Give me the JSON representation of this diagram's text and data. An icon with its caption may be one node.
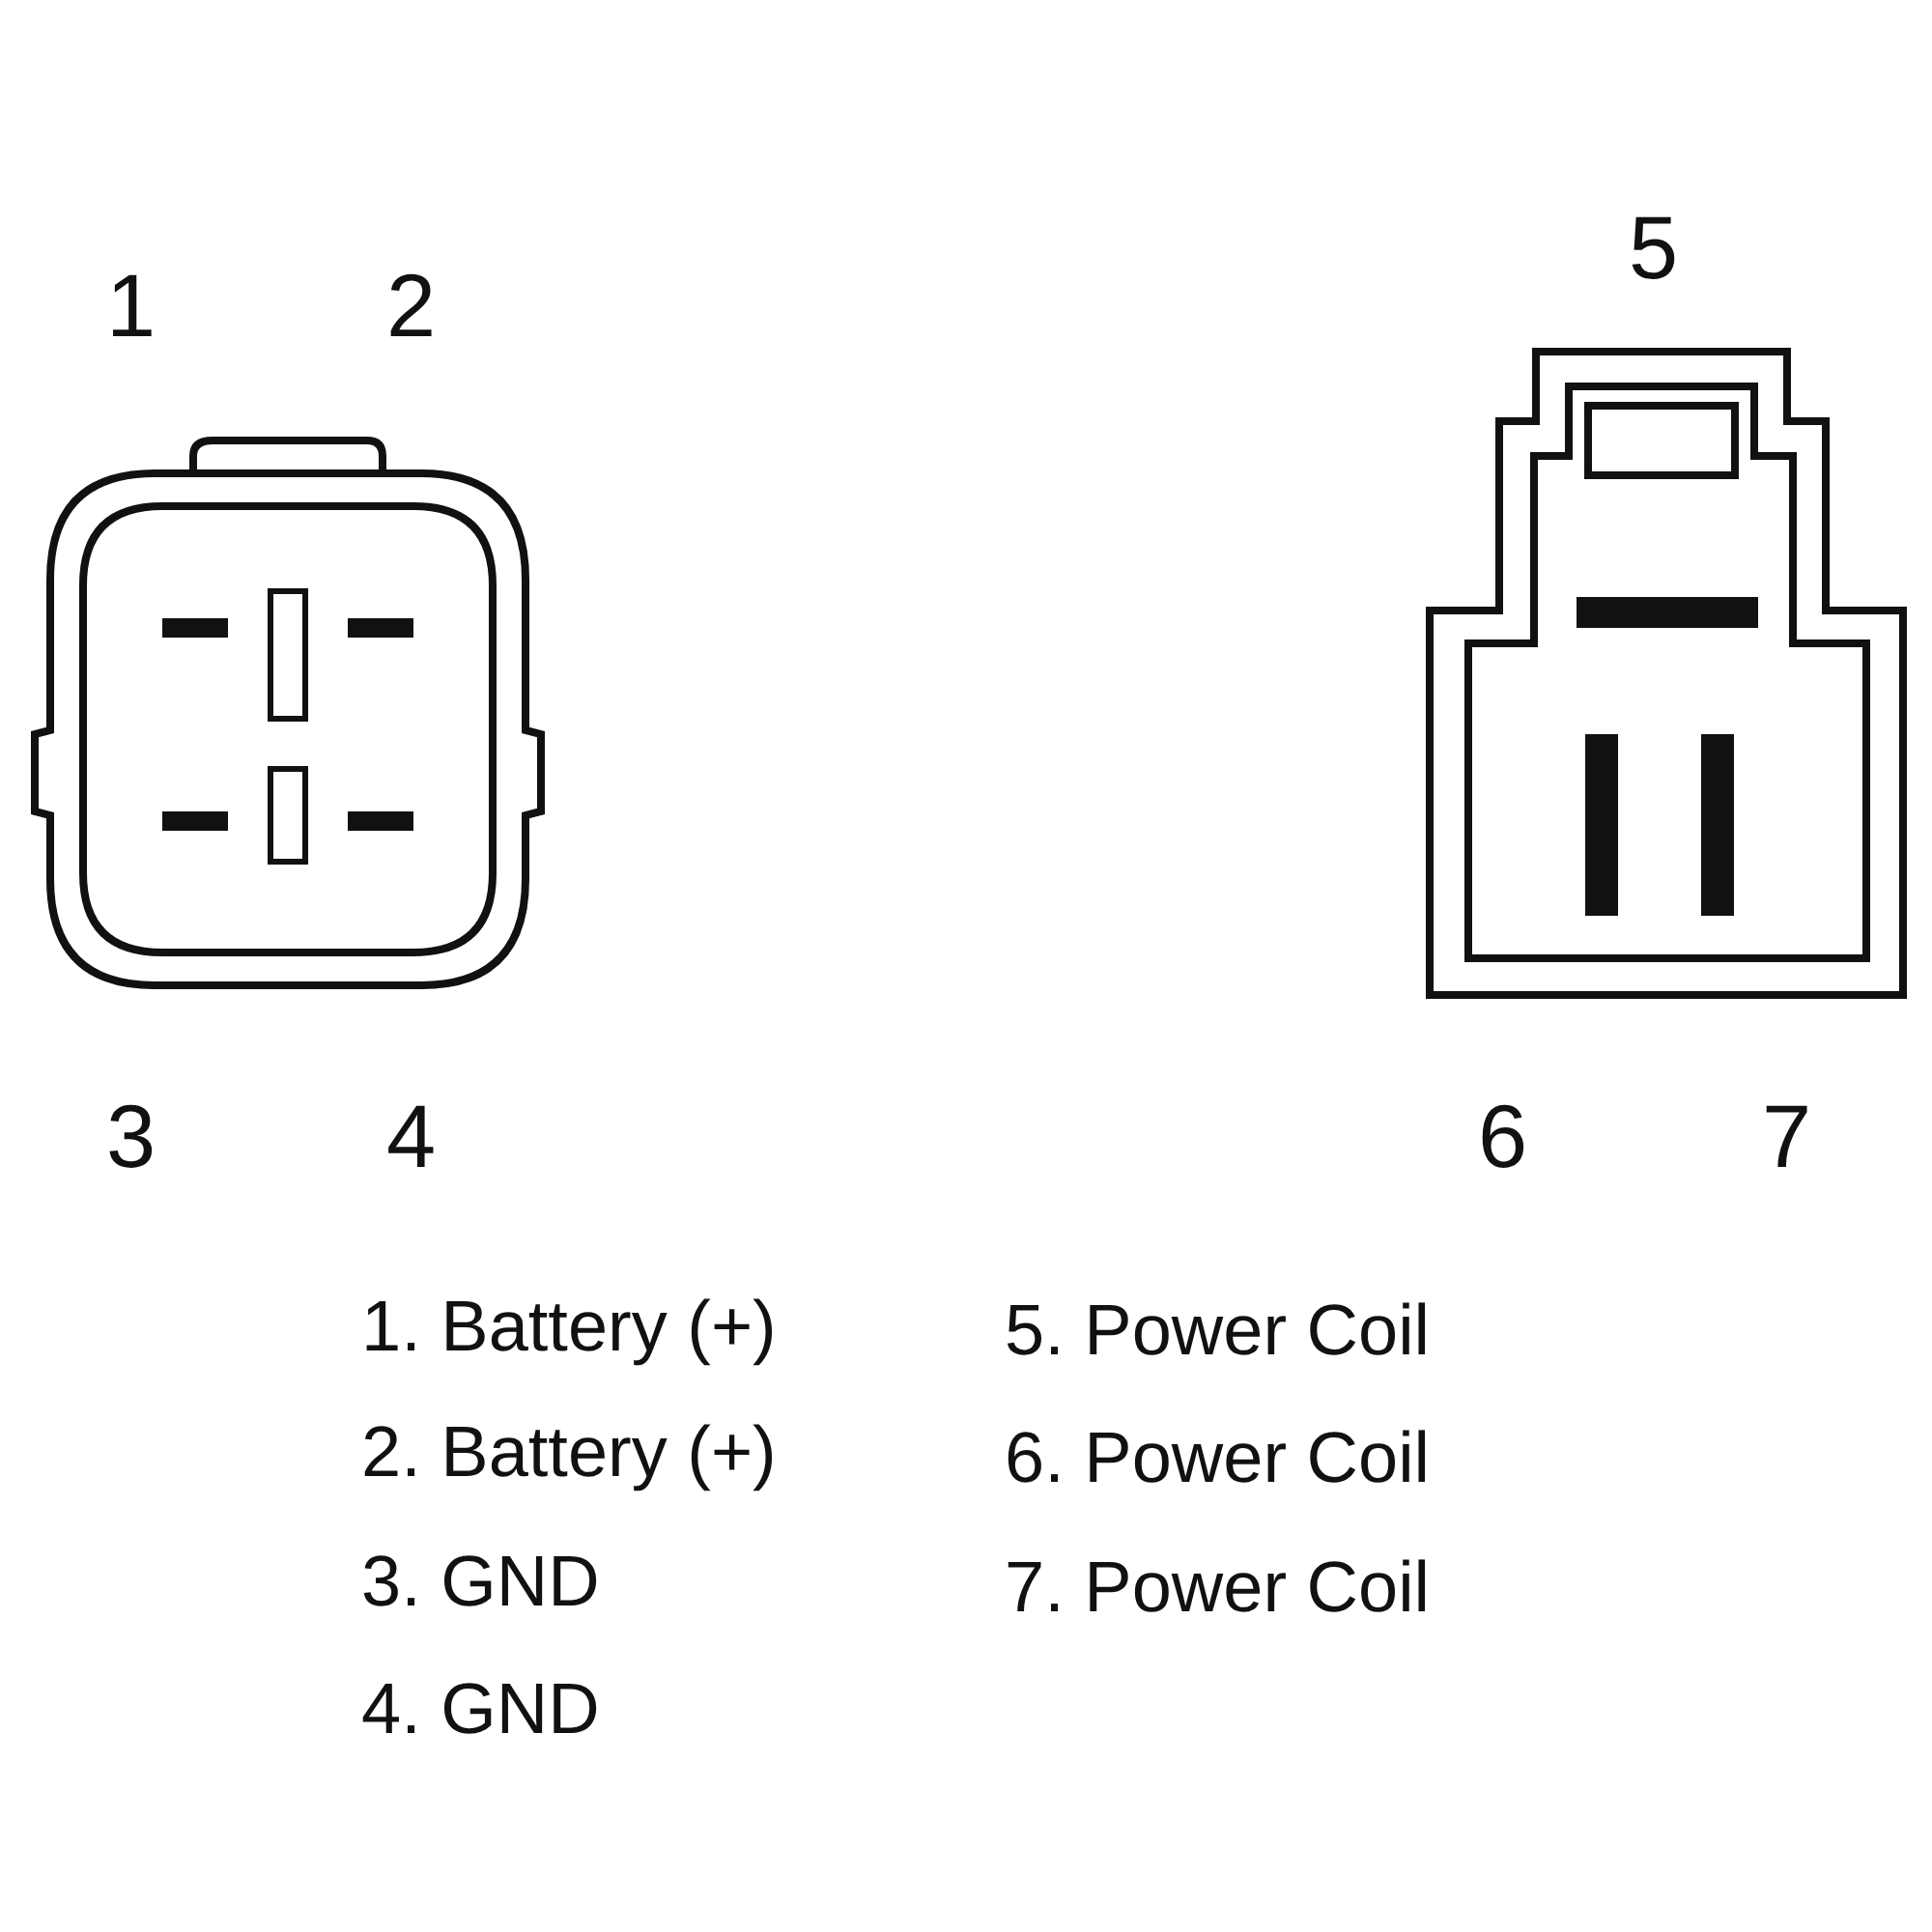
{
  "diagram": {
    "labels": [
      "1",
      "2",
      "5",
      "3",
      "4",
      "6",
      "7",
      "1. Battery (+)",
      "2. Battery (+)",
      "3. GND",
      "4. GND",
      "5. Power Coil",
      "6. Power Coil",
      "7. Power Coil"
    ]
  }
}
